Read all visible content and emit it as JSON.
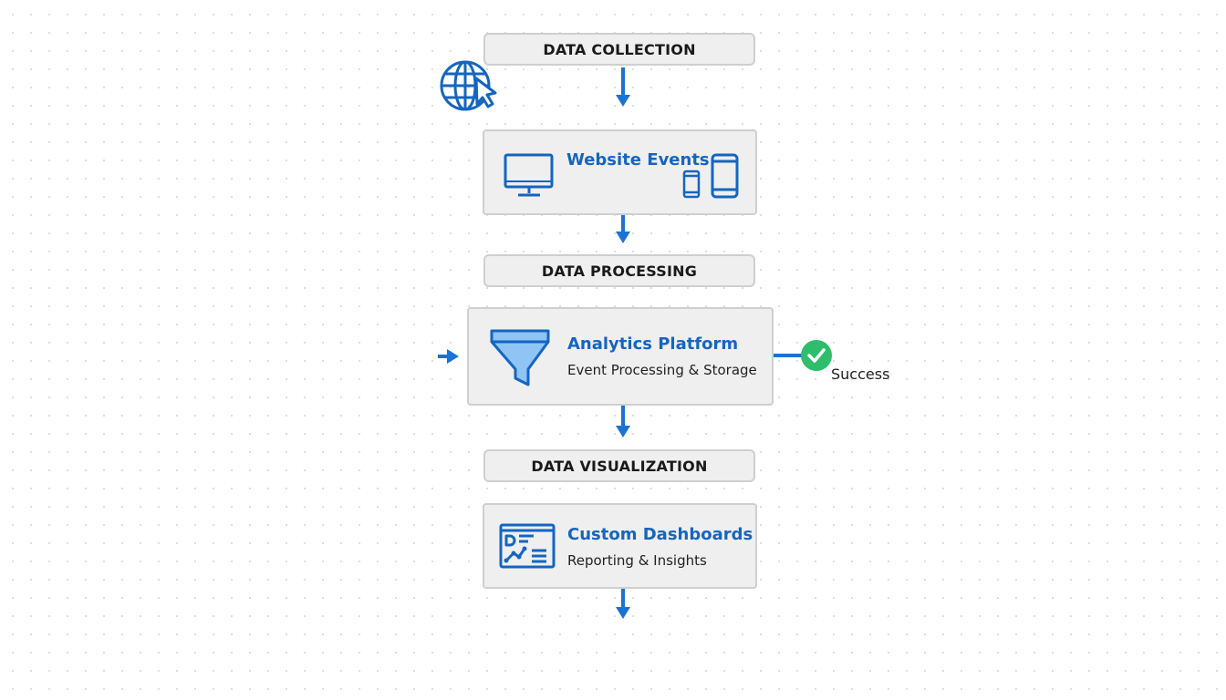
{
  "stages": {
    "collection": "DATA COLLECTION",
    "processing": "DATA PROCESSING",
    "visualization": "DATA VISUALIZATION"
  },
  "nodes": {
    "website": {
      "title": "Website Events"
    },
    "analytics": {
      "title": "Analytics Platform",
      "subtitle": "Event Processing & Storage"
    },
    "dashboards": {
      "title": "Custom Dashboards",
      "subtitle": "Reporting & Insights"
    }
  },
  "status": {
    "label": "Success"
  },
  "colors": {
    "accent": "#1565c0",
    "arrow": "#1a73d4",
    "success": "#2ebd6b",
    "box": "#efefef",
    "border": "#cfcfcf"
  },
  "icons": [
    "globe-cursor-icon",
    "desktop-monitor-icon",
    "phone-icon",
    "funnel-icon",
    "dashboard-icon",
    "checkmark-icon"
  ]
}
